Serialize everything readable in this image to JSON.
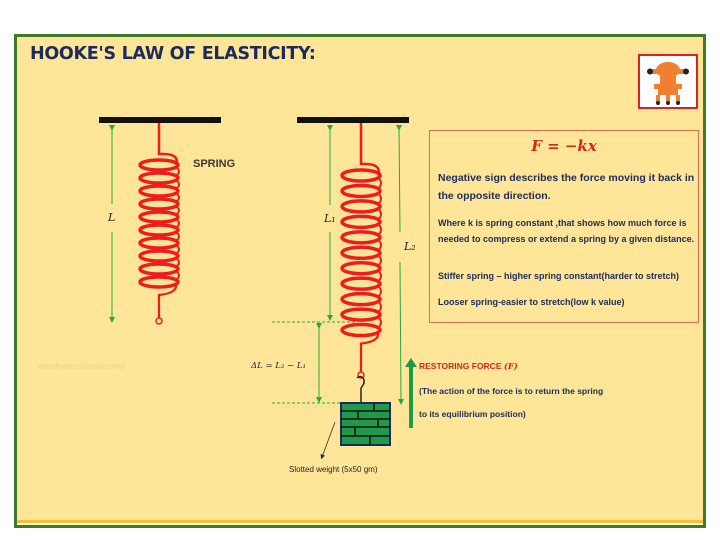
{
  "title": "HOOKE'S LAW OF ELASTICITY:",
  "logo": {
    "icon": "theodolite-icon",
    "accent": "#f08030",
    "border": "#e02020"
  },
  "formula": "F = −kx",
  "info": {
    "negative_sign": "Negative sign describes the force moving it back in the opposite direction.",
    "spring_constant": "Where k is spring constant ,that shows how much force is needed to compress or extend a spring by a given distance.",
    "stiffer": "Stiffer spring – higher spring constant(harder to stretch)",
    "looser": "Looser spring-easier to stretch(low k value)"
  },
  "diagram": {
    "spring_label": "SPRING",
    "length_label": "L",
    "l1_label": "L₁",
    "l2_label": "L₂",
    "delta_label": "ΔL = L₂ − L₁",
    "restoring_force_label": "RESTORING FORCE",
    "restoring_force_symbol": "(F)",
    "action_line1": "(The action of the force is to return the spring",
    "action_line2": "to its equilibrium position)",
    "weight_label": "Slotted weight (5x50 gm)",
    "watermark": "eduphysics/n/anmoorthy"
  },
  "colors": {
    "background": "#ffe598",
    "border": "#3f7a2a",
    "title": "#1b2b5c",
    "spring": "#ee1c1c",
    "arrow": "#22aa44",
    "formula": "#d8261c",
    "weight": "#1e9a4a"
  }
}
